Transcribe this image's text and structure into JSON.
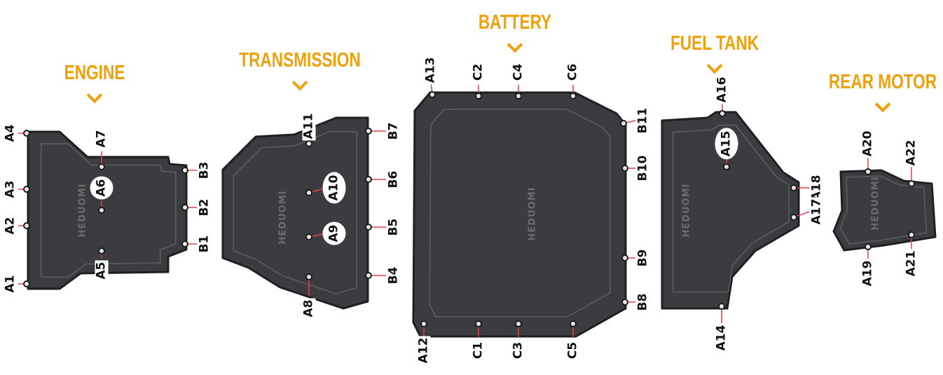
{
  "colors": {
    "accent": "#f0a00a",
    "plate": "#3b3c3f",
    "leader": "#e0404a"
  },
  "brand": "HEDUOMI",
  "parts": [
    {
      "id": "engine",
      "title": "ENGINE",
      "labels": [
        "A4",
        "A3",
        "A2",
        "A1",
        "A7",
        "A6",
        "A5",
        "B3",
        "B2",
        "B1"
      ]
    },
    {
      "id": "transmission",
      "title": "TRANSMISSION",
      "labels": [
        "A11",
        "A10",
        "A9",
        "A8",
        "B7",
        "B6",
        "B5",
        "B4"
      ]
    },
    {
      "id": "battery",
      "title": "BATTERY",
      "labels": [
        "A13",
        "C2",
        "C4",
        "C6",
        "A12",
        "C1",
        "C3",
        "C5",
        "B11",
        "B10",
        "B9",
        "B8"
      ]
    },
    {
      "id": "fuel-tank",
      "title": "FUEL TANK",
      "labels": [
        "A16",
        "A15",
        "A18",
        "A17",
        "A14"
      ]
    },
    {
      "id": "rear-motor",
      "title": "REAR MOTOR",
      "labels": [
        "A20",
        "A22",
        "A19",
        "A21"
      ]
    }
  ]
}
